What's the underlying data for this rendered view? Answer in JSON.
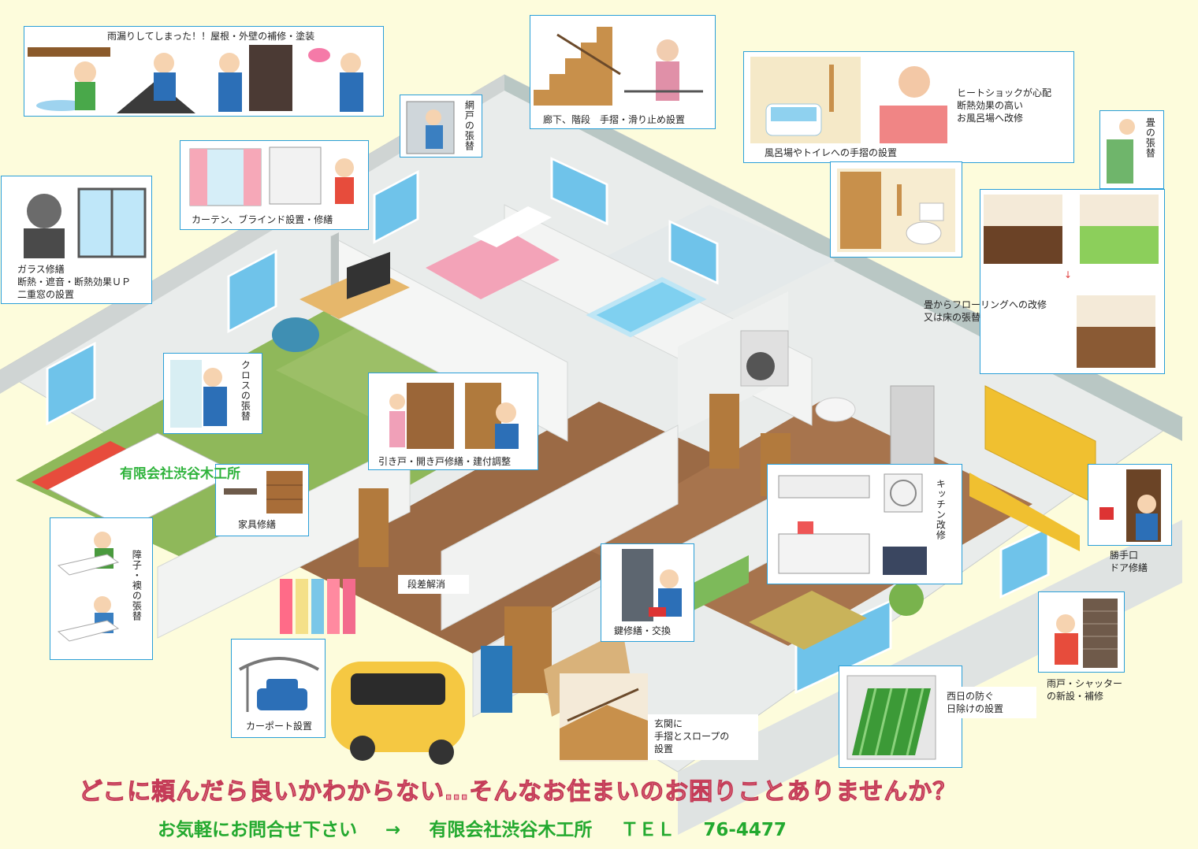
{
  "services": {
    "roof": "雨漏りしてしまった！！屋根・外壁の補修・塗装",
    "screen": "網戸の張替",
    "stairs": "廊下、階段　手摺・滑り止め設置",
    "bath_handrail": "風呂場やトイレへの手摺の設置",
    "heatshock": [
      "ヒートショックが心配",
      "断熱効果の高い",
      "お風呂場へ改修"
    ],
    "tatami": "畳の張替",
    "flooring": [
      "畳からフローリングへの改修",
      "又は床の張替"
    ],
    "curtain": "カーテン、ブラインド設置・修繕",
    "glass": [
      "ガラス修繕",
      "断熱・遮音・断熱効果ＵＰ",
      "二重窓の設置"
    ],
    "cloth": "クロスの張替",
    "doors": "引き戸・開き戸修繕・建付調整",
    "furniture": "家具修繕",
    "shoji": "障子・襖の張替",
    "step": "段差解消",
    "lock": "鍵修繕・交換",
    "carport": "カーポート設置",
    "entrance": [
      "玄関に",
      "手摺とスロープの",
      "設置"
    ],
    "kitchen": "キッチン改修",
    "backdoor": [
      "勝手口",
      "ドア修繕"
    ],
    "shutter": [
      "雨戸・シャッター",
      "の新設・補修"
    ],
    "shade": [
      "西日の防ぐ",
      "日除けの設置"
    ]
  },
  "company_sign": "有限会社渋谷木工所",
  "banner": "どこに頼んだら良いかわからない…そんなお住まいのお困りことありませんか？",
  "contact": {
    "cta": "お気軽にお問合せ下さい",
    "arrow": "→",
    "company": "有限会社渋谷木工所",
    "tel_label": "ＴＥＬ",
    "tel": "76-4477"
  },
  "colors": {
    "box_border": "#2a9fd8",
    "banner_fill": "#f2a8ad",
    "banner_stroke": "#c43b57",
    "contact_green": "#23a92f",
    "background": "#fdfcdc"
  }
}
